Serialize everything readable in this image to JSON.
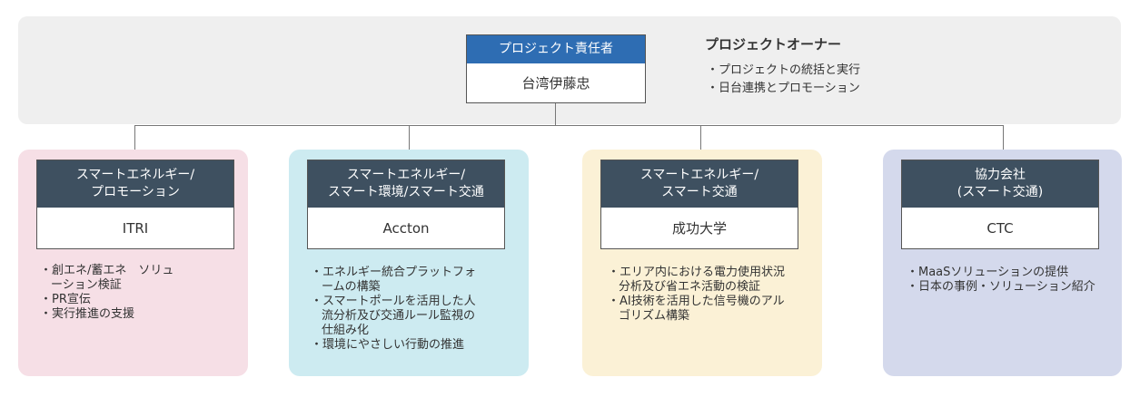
{
  "lead": {
    "header": "プロジェクト責任者",
    "name": "台湾伊藤忠"
  },
  "owner": {
    "title": "プロジェクトオーナー",
    "items": [
      "・プロジェクトの統括と実行",
      "・日台連携とプロモーション"
    ]
  },
  "members": [
    {
      "header_line1": "スマートエネルギー/",
      "header_line2": "プロモーション",
      "name": "ITRI",
      "items": [
        "・創エネ/蓄エネ　ソリューション検証",
        "・PR宣伝",
        "・実行推進の支援"
      ],
      "bg": "#f6dfe6"
    },
    {
      "header_line1": "スマートエネルギー/",
      "header_line2": "スマート環境/スマート交通",
      "name": "Accton",
      "items": [
        "・エネルギー統合プラットフォームの構築",
        "・スマートポールを活用した人流分析及び交通ルール監視の仕組み化",
        "・環境にやさしい行動の推進"
      ],
      "bg": "#cdebf1"
    },
    {
      "header_line1": "スマートエネルギー/",
      "header_line2": "スマート交通",
      "name": "成功大学",
      "items": [
        "・エリア内における電力使用状況分析及び省エネ活動の検証",
        "・AI技術を活用した信号機のアルゴリズム構築"
      ],
      "bg": "#fbf1d6"
    },
    {
      "header_line1": "協力会社",
      "header_line2": "(スマート交通)",
      "name": "CTC",
      "items": [
        "・MaaSソリューションの提供",
        "・日本の事例・ソリューション紹介"
      ],
      "bg": "#d4d9ec"
    }
  ]
}
